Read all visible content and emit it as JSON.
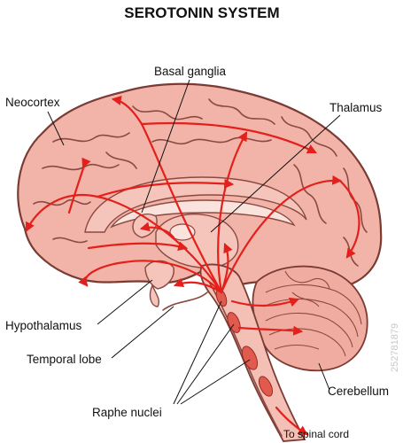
{
  "title": "SEROTONIN SYSTEM",
  "labels": {
    "basal_ganglia": "Basal ganglia",
    "neocortex": "Neocortex",
    "thalamus": "Thalamus",
    "hypothalamus": "Hypothalamus",
    "temporal_lobe": "Temporal lobe",
    "cerebellum": "Cerebellum",
    "raphe_nuclei": "Raphe nuclei",
    "to_spinal_cord": "To spinal cord"
  },
  "watermark": {
    "id": "252781879"
  },
  "colors": {
    "pathway": "#e3201b",
    "brain_fill": "#f2b3a8",
    "brain_outline": "#7a3b34",
    "raphe": "#e05a4e"
  }
}
